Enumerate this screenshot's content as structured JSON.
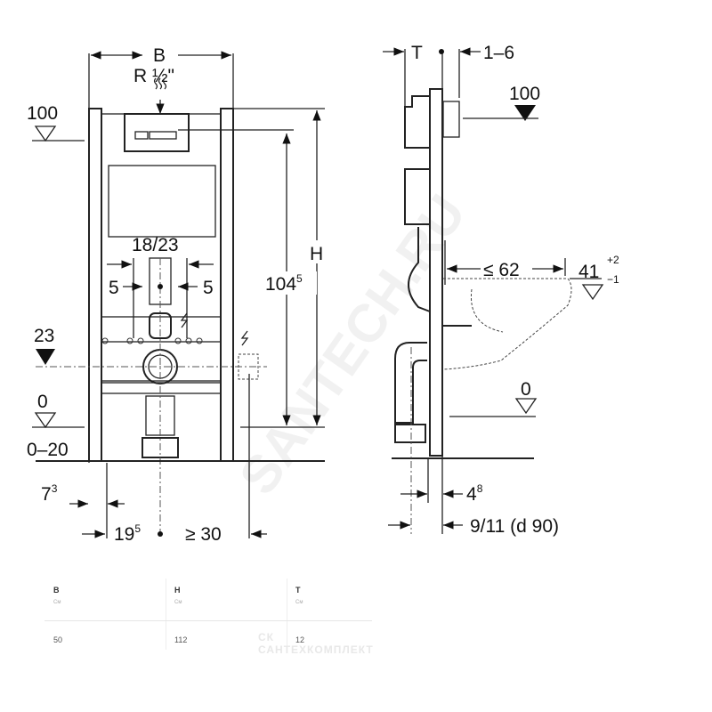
{
  "front_view": {
    "width_label": "B",
    "connection_label": "R ½\"",
    "height_label": "H",
    "flush_height_base": "104",
    "flush_height_sup": "5",
    "level_100": "100",
    "level_23": "23",
    "level_0": "0",
    "adjust_range": "0–20",
    "spacing_label": "18/23",
    "offset_left": "5",
    "offset_right": "5",
    "foot_base": "7",
    "foot_sup": "3",
    "axis_base": "19",
    "axis_sup": "5",
    "min_distance": "≥ 30"
  },
  "side_view": {
    "depth_label": "T",
    "plate_gap": "1–6",
    "level_100": "100",
    "bowl_length": "≤ 62",
    "seat_height": "41",
    "seat_tol_plus": "+2",
    "seat_tol_minus": "−1",
    "level_0": "0",
    "frame_depth_base": "4",
    "frame_depth_sup": "8",
    "pipe_offset": "9/11 (d 90)"
  },
  "watermark": "SANTECH.RU",
  "table": {
    "columns": [
      {
        "header": "B",
        "unit": "См",
        "value": "50"
      },
      {
        "header": "H",
        "unit": "См",
        "value": "112"
      },
      {
        "header": "T",
        "unit": "См",
        "value": "12"
      }
    ],
    "logo_text": "СК САНТЕХКОМПЛЕКТ"
  }
}
